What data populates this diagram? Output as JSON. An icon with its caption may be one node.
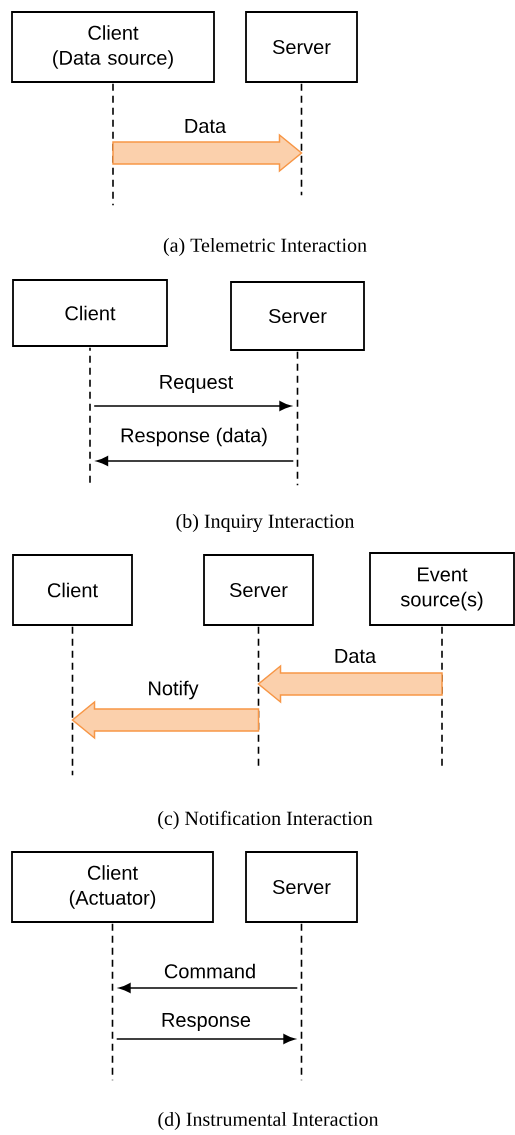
{
  "diagram": {
    "nodes": [
      {
        "text": [
          "Client (Data source)"
        ]
      },
      {
        "text": [
          "Server"
        ]
      },
      {
        "text": [],
        "shape": "line"
      },
      {
        "text": [],
        "shape": "line"
      },
      {
        "text": [
          "Client"
        ]
      },
      {
        "text": [
          "Server"
        ]
      },
      {
        "text": [],
        "shape": "line"
      },
      {
        "text": [],
        "shape": "line"
      },
      {
        "text": [
          "Client"
        ]
      },
      {
        "text": [
          "Server"
        ]
      },
      {
        "text": [
          "Event source(s)"
        ]
      },
      {
        "text": [],
        "shape": "line"
      },
      {
        "text": [],
        "shape": "line"
      },
      {
        "text": [],
        "shape": "line"
      },
      {
        "text": [
          "Client (Actuator)"
        ]
      },
      {
        "text": [
          "Server"
        ]
      },
      {
        "text": [],
        "shape": "line"
      },
      {
        "text": [],
        "shape": "line"
      }
    ],
    "edges": [
      {
        "from": 2,
        "to": 3,
        "arrow": "to",
        "label": "Data",
        "style": "thick",
        "color": "#f79646"
      },
      {
        "from": 6,
        "to": 7,
        "arrow": "to",
        "label": "Request"
      },
      {
        "from": 7,
        "to": 6,
        "arrow": "to",
        "label": "Response (data)"
      },
      {
        "from": 13,
        "to": 12,
        "arrow": "to",
        "label": "Data",
        "style": "thick",
        "color": "#f79646"
      },
      {
        "from": 12,
        "to": 11,
        "arrow": "to",
        "label": "Notify",
        "style": "thick",
        "color": "#f79646"
      },
      {
        "from": 17,
        "to": 16,
        "arrow": "to",
        "label": "Command"
      },
      {
        "from": 16,
        "to": 17,
        "arrow": "to",
        "label": "Response"
      }
    ],
    "labels": [
      "(a) Telemetric Interaction",
      "(b) Inquiry Interaction",
      "(c) Notification Interaction",
      "(d) Instrumental Interaction"
    ]
  }
}
